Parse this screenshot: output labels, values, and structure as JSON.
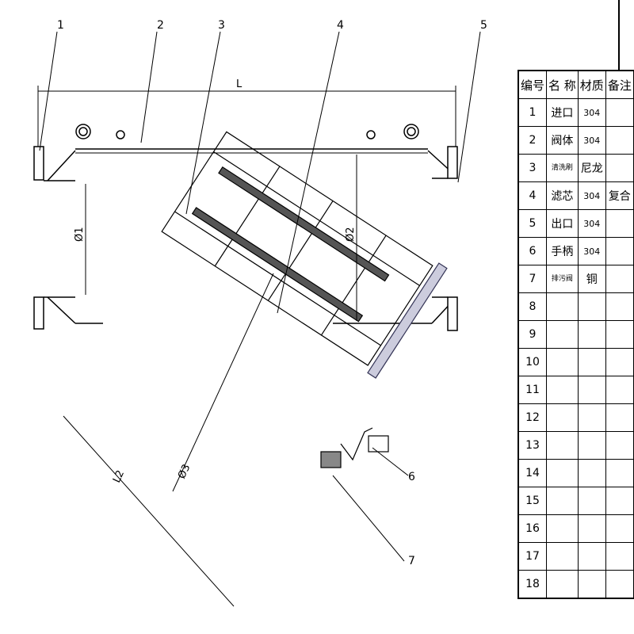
{
  "callouts": [
    "1",
    "2",
    "3",
    "4",
    "5",
    "6",
    "7"
  ],
  "dimensions": {
    "L": "L",
    "d1": "Ø1",
    "d2": "Ø2",
    "d3": "Ø3",
    "L2": "L2"
  },
  "table": {
    "headers": [
      "编号",
      "名 称",
      "材质",
      "备注"
    ],
    "rows": [
      {
        "no": "1",
        "name": "进口",
        "material": "304",
        "note": ""
      },
      {
        "no": "2",
        "name": "阀体",
        "material": "304",
        "note": ""
      },
      {
        "no": "3",
        "name": "清洗刷",
        "material": "尼龙",
        "note": ""
      },
      {
        "no": "4",
        "name": "滤芯",
        "material": "304",
        "note": "复合"
      },
      {
        "no": "5",
        "name": "出口",
        "material": "304",
        "note": ""
      },
      {
        "no": "6",
        "name": "手柄",
        "material": "304",
        "note": ""
      },
      {
        "no": "7",
        "name": "排污阀",
        "material": "铜",
        "note": ""
      },
      {
        "no": "8",
        "name": "",
        "material": "",
        "note": ""
      },
      {
        "no": "9",
        "name": "",
        "material": "",
        "note": ""
      },
      {
        "no": "10",
        "name": "",
        "material": "",
        "note": ""
      },
      {
        "no": "11",
        "name": "",
        "material": "",
        "note": ""
      },
      {
        "no": "12",
        "name": "",
        "material": "",
        "note": ""
      },
      {
        "no": "13",
        "name": "",
        "material": "",
        "note": ""
      },
      {
        "no": "14",
        "name": "",
        "material": "",
        "note": ""
      },
      {
        "no": "15",
        "name": "",
        "material": "",
        "note": ""
      },
      {
        "no": "16",
        "name": "",
        "material": "",
        "note": ""
      },
      {
        "no": "17",
        "name": "",
        "material": "",
        "note": ""
      },
      {
        "no": "18",
        "name": "",
        "material": "",
        "note": ""
      }
    ]
  }
}
